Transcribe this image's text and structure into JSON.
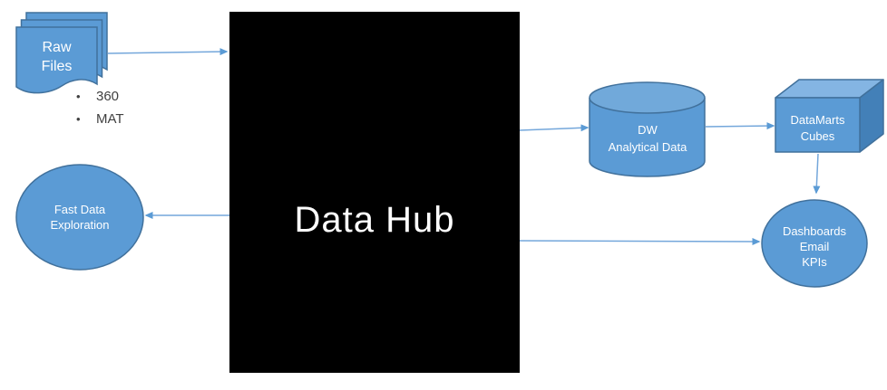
{
  "diagram": {
    "hub": {
      "label": "Data Hub"
    },
    "raw_files": {
      "line1": "Raw",
      "line2": "Files"
    },
    "bullets": {
      "items": [
        "360",
        "MAT"
      ],
      "marker": "•"
    },
    "fast_data": {
      "line1": "Fast Data",
      "line2": "Exploration"
    },
    "dw": {
      "line1": "DW",
      "line2": "Analytical Data"
    },
    "datamarts": {
      "line1": "DataMarts",
      "line2": "Cubes"
    },
    "dashboards": {
      "line1": "Dashboards",
      "line2": "Email",
      "line3": "KPIs"
    },
    "colors": {
      "shape_fill": "#5B9BD5",
      "shape_border": "#41719C",
      "cube_top_fill": "#84B5E3",
      "cube_side_fill": "#4380B8",
      "arrow": "#5B9BD5",
      "hub_background": "#000000",
      "hub_text": "#FFFFFF",
      "label_text": "#FFFFFF",
      "bullet_text": "#404040"
    }
  }
}
